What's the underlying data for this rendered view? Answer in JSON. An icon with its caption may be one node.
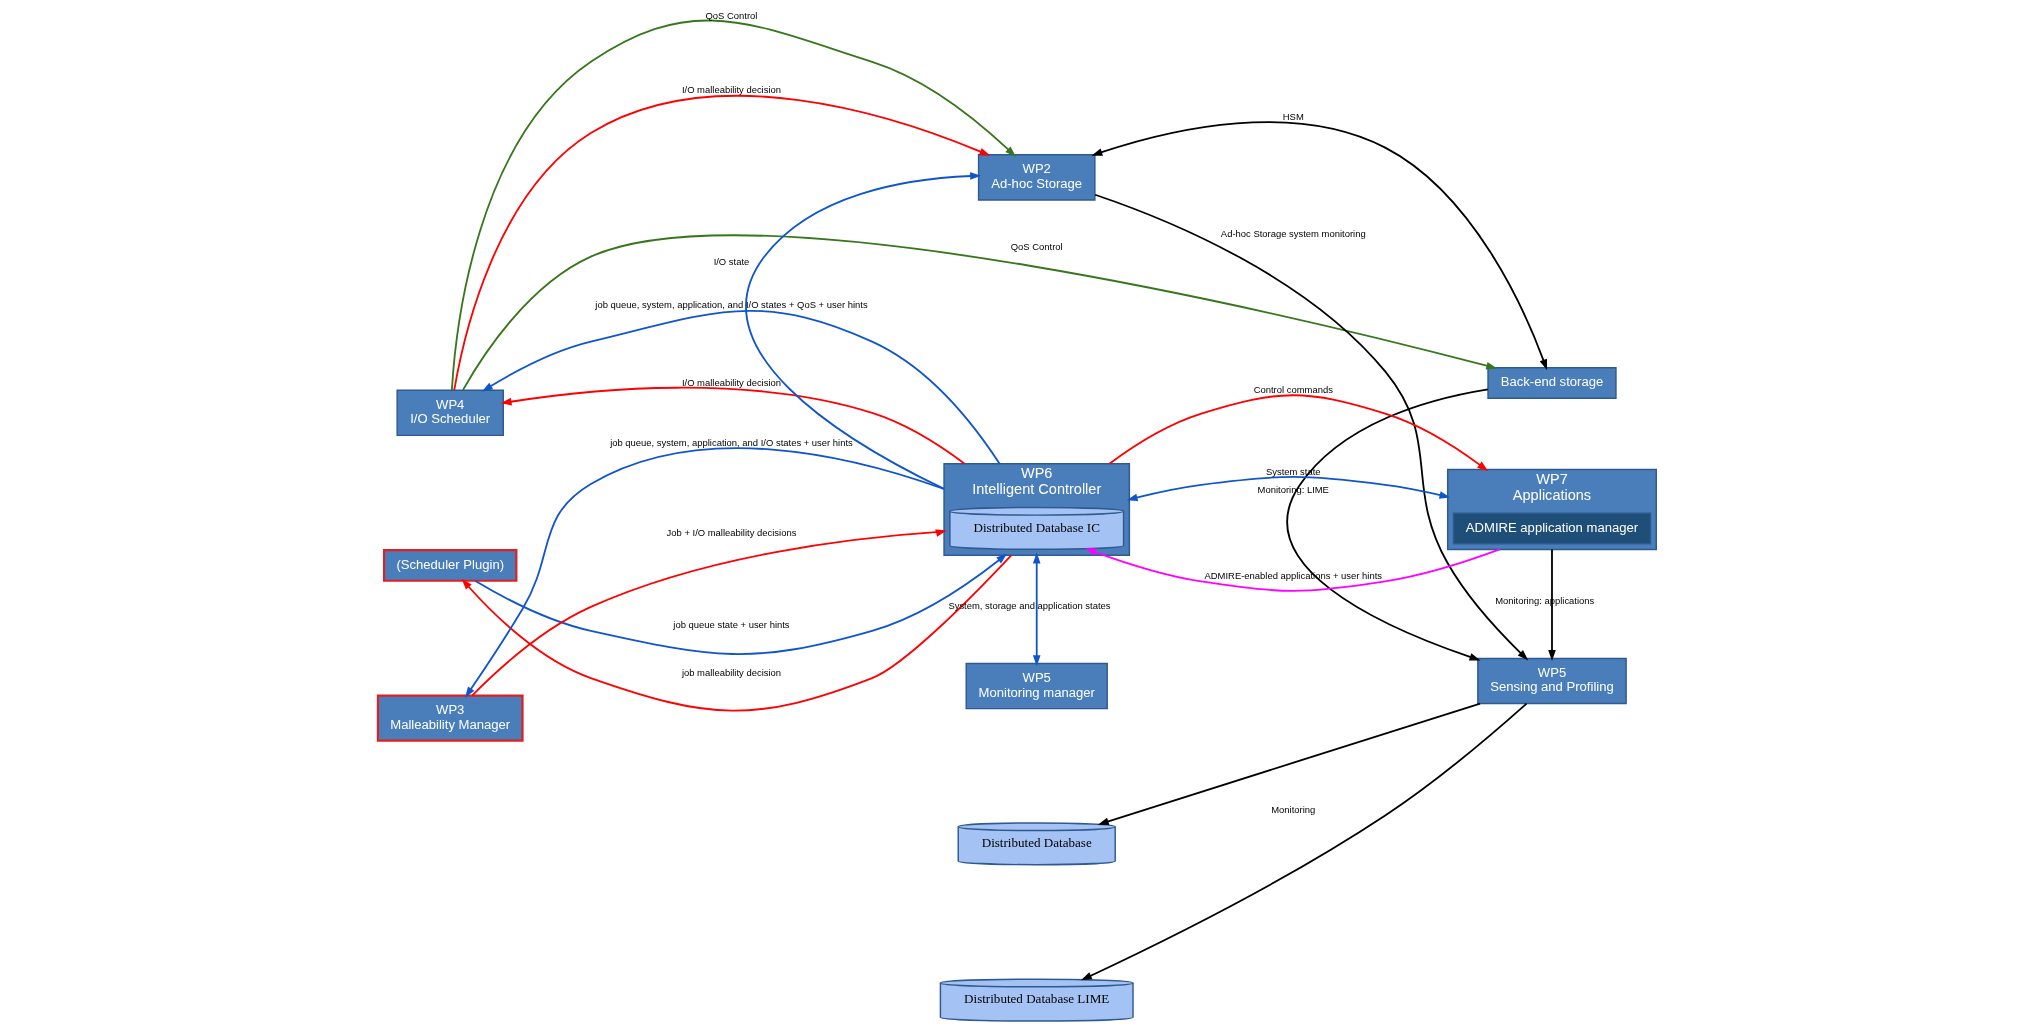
{
  "diagram": {
    "nodes": [
      {
        "text": [
          "WP4",
          "I/O Scheduler"
        ]
      },
      {
        "text": [
          "WP2",
          "Ad-hoc Storage"
        ]
      },
      {
        "text": [
          "Back-end storage"
        ]
      },
      {
        "text": [
          "(Scheduler Plugin)"
        ]
      },
      {
        "text": [
          "WP6",
          "Intelligent Controller"
        ]
      },
      {
        "text": [
          "Distributed Database IC"
        ],
        "in": 4
      },
      {
        "text": [
          "WP7",
          "Applications"
        ]
      },
      {
        "text": [
          "ADMIRE application manager"
        ],
        "in": 6
      },
      {
        "text": [
          "WP3",
          "Malleability Manager"
        ]
      },
      {
        "text": [
          "WP5",
          "Monitoring manager"
        ]
      },
      {
        "text": [
          "Distributed Database LIME"
        ]
      },
      {
        "text": [
          "Distributed Database"
        ]
      },
      {
        "text": [
          "WP5",
          "Sensing and Profiling"
        ]
      }
    ],
    "edges": [
      {
        "from": 0,
        "to": 2,
        "arrow": "to",
        "label": "QoS Control",
        "color": "#38761d"
      },
      {
        "from": 0,
        "to": 1,
        "arrow": "to",
        "label": "QoS Control",
        "color": "#38761d"
      },
      {
        "from": 0,
        "to": 1,
        "arrow": "to",
        "label": "I/O malleability decision",
        "color": "#ff0000"
      },
      {
        "from": 4,
        "to": 0,
        "arrow": "to",
        "label": "job queue, system, application, and I/O states + QoS + user hints",
        "color": "#1155cc"
      },
      {
        "from": 4,
        "to": 0,
        "arrow": "to",
        "label": "I/O malleability decision",
        "color": "#ff0000"
      },
      {
        "from": 1,
        "to": 2,
        "arrow": "both",
        "label": "HSM",
        "color": "#000000"
      },
      {
        "from": 1,
        "to": 12,
        "arrow": "to",
        "label": "Ad-hoc Storage system monitoring",
        "color": "#000000"
      },
      {
        "from": 2,
        "to": 12,
        "arrow": "to",
        "label": "Monitoring: LIME",
        "color": "#000000"
      },
      {
        "from": 4,
        "to": 1,
        "arrow": "to",
        "label": "I/O state",
        "color": "#1155cc"
      },
      {
        "from": 3,
        "to": 4,
        "arrow": "to",
        "label": "job queue state + user hints",
        "color": "#1155cc"
      },
      {
        "from": 4,
        "to": 3,
        "arrow": "to",
        "label": "job malleability decision",
        "color": "#ff0000"
      },
      {
        "from": 4,
        "to": 6,
        "arrow": "to",
        "label": "Control commands",
        "color": "#ff0000"
      },
      {
        "from": 4,
        "to": 6,
        "arrow": "both",
        "label": "System state",
        "color": "#1155cc"
      },
      {
        "from": 6,
        "to": 5,
        "arrow": "to",
        "label": "ADMIRE-enabled applications + user hints",
        "color": "#ff00ff"
      },
      {
        "from": 4,
        "to": 8,
        "arrow": "to",
        "label": "job queue, system, application, and I/O states + user hints",
        "color": "#1155cc"
      },
      {
        "from": 8,
        "to": 4,
        "arrow": "to",
        "label": "Job + I/O malleability decisions",
        "color": "#ff0000"
      },
      {
        "from": 4,
        "to": 9,
        "arrow": "both",
        "label": "System, storage and application states",
        "color": "#1155cc"
      },
      {
        "from": 6,
        "to": 12,
        "arrow": "to",
        "label": "Monitoring: applications",
        "color": "#000000"
      },
      {
        "from": 12,
        "to": 11,
        "arrow": "to",
        "color": "#000000"
      },
      {
        "from": 12,
        "to": 10,
        "arrow": "to",
        "label": "Monitoring",
        "color": "#000000"
      }
    ]
  }
}
